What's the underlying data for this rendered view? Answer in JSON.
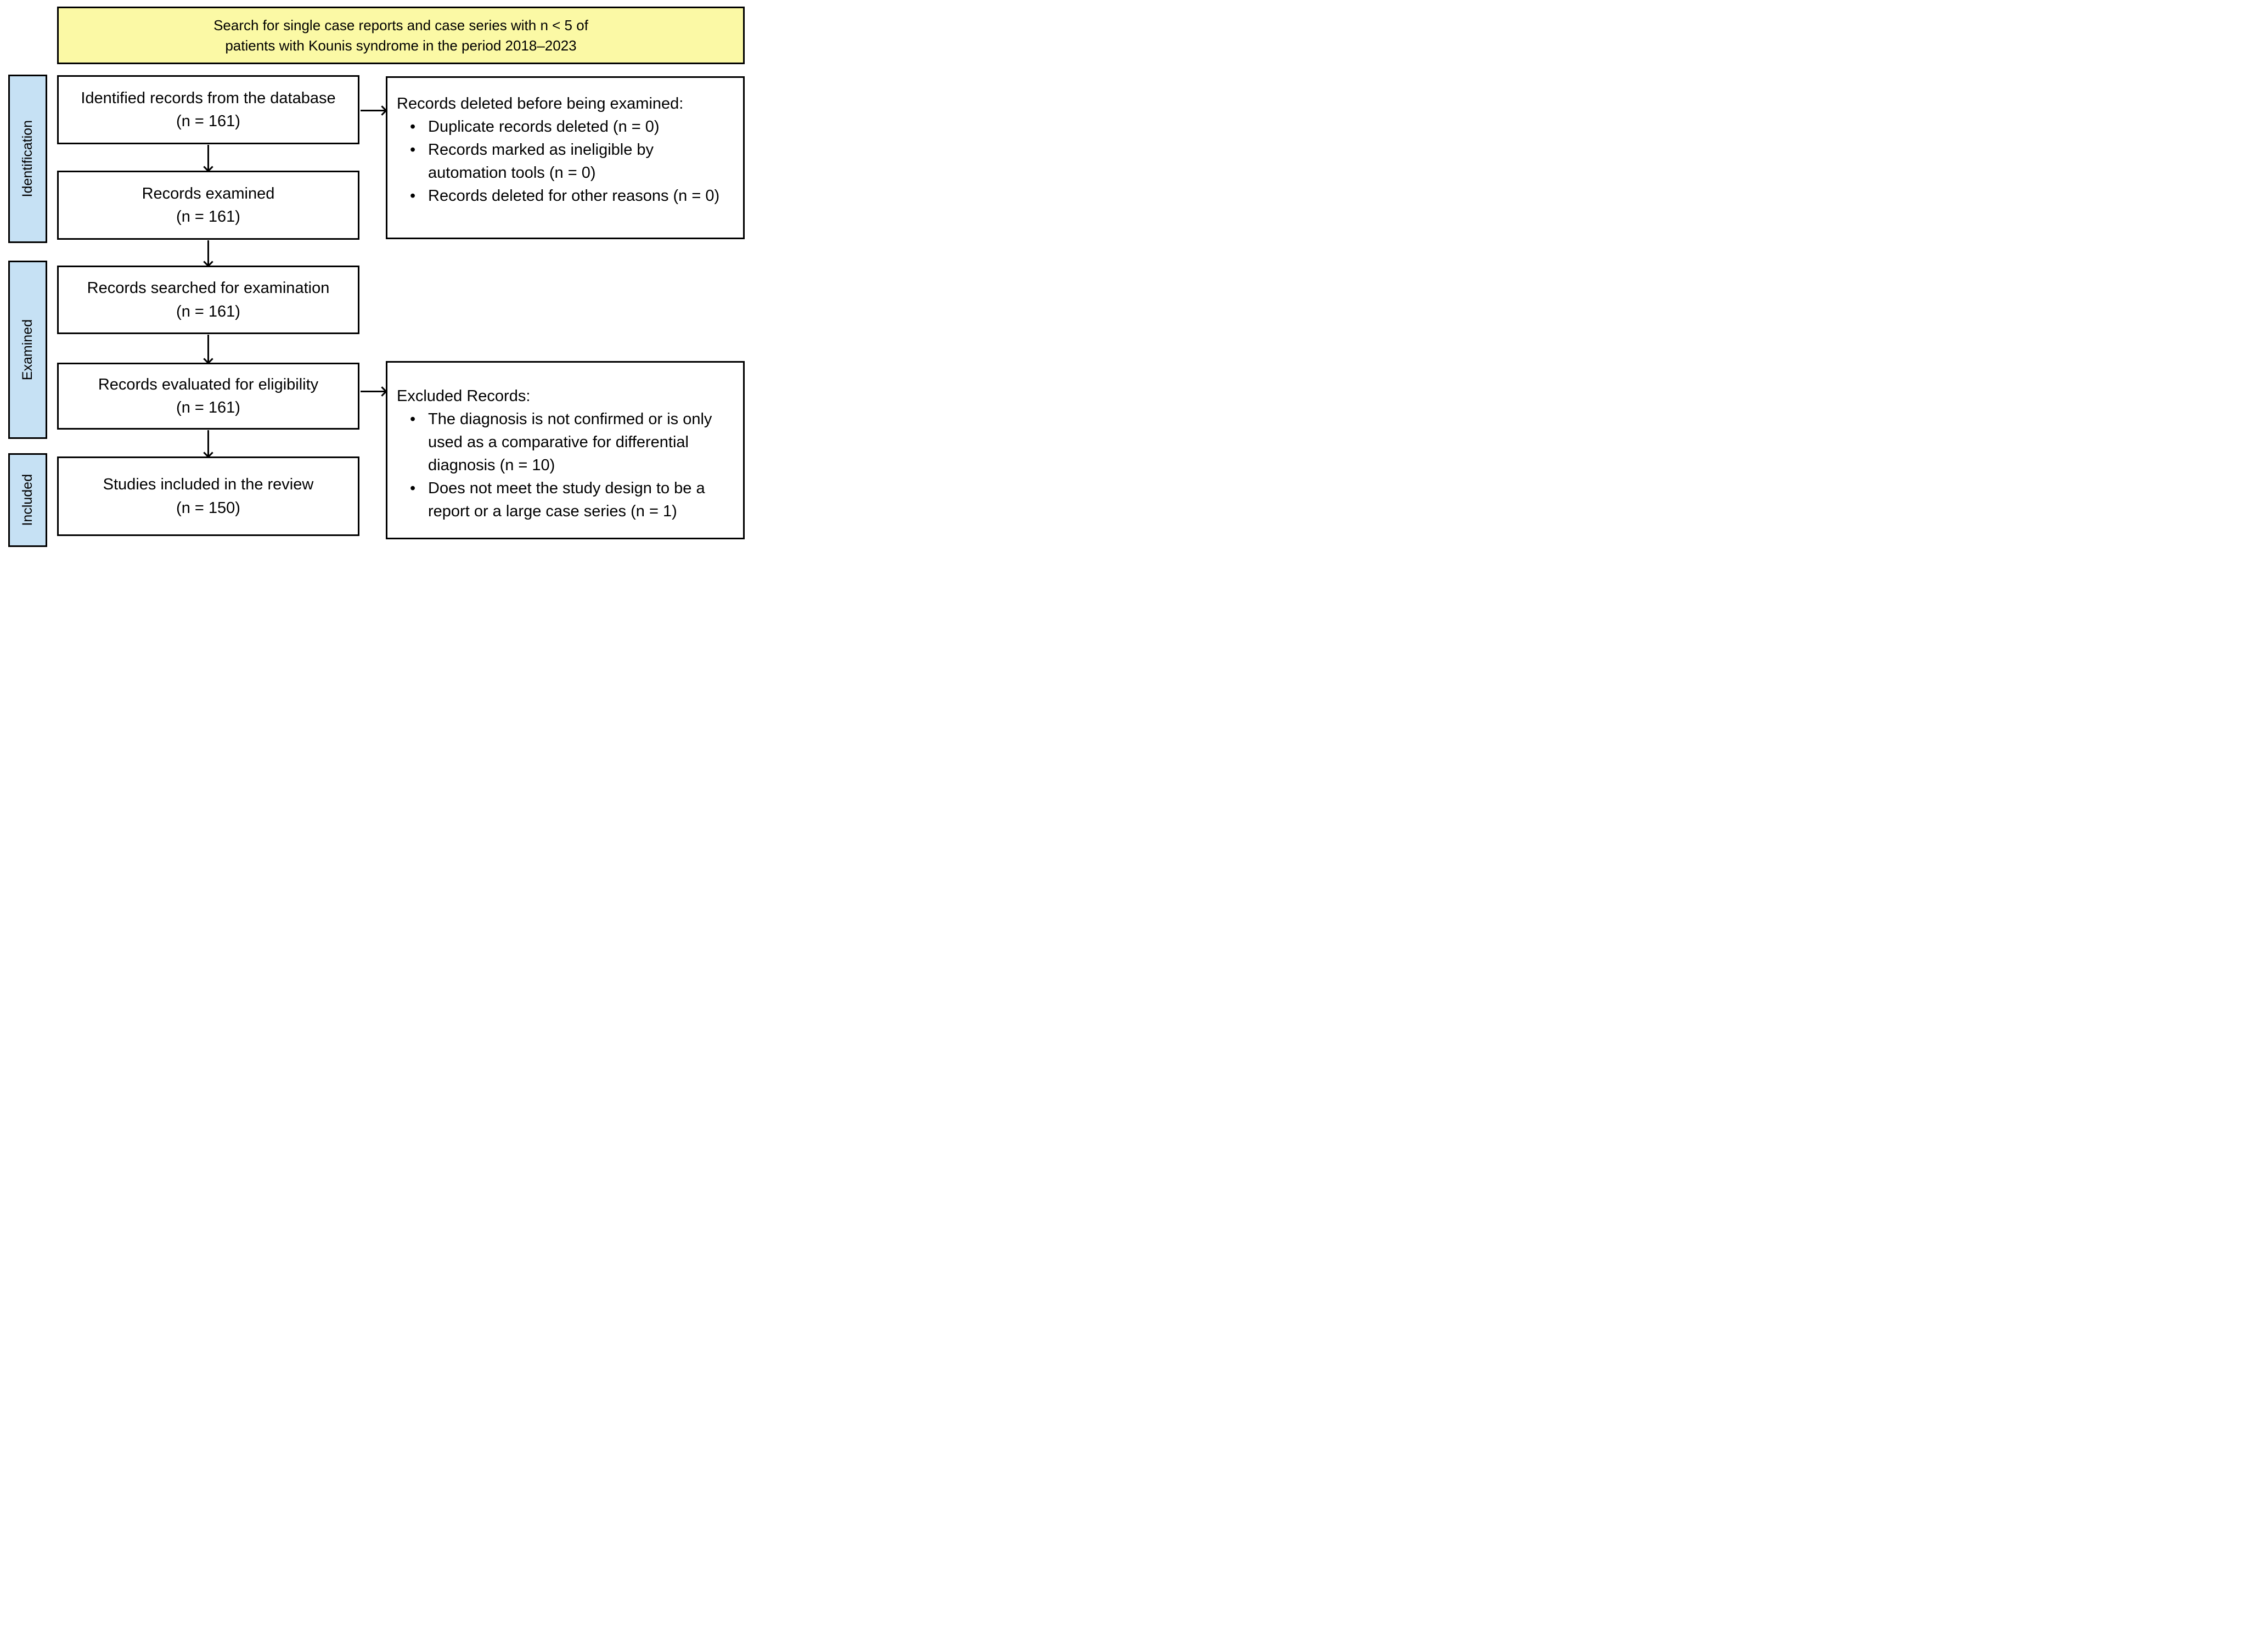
{
  "colors": {
    "header_fill": "#FBF9A5",
    "stage_fill": "#C6E1F4",
    "border": "#000000"
  },
  "glyphs": {
    "bullet": "•"
  },
  "header": {
    "line1": "Search for single case reports and case series with n < 5 of",
    "line2": "patients with Kounis syndrome in the period 2018–2023"
  },
  "stages": [
    {
      "label": "Identification"
    },
    {
      "label": "Examined"
    },
    {
      "label": "Included"
    }
  ],
  "flow_boxes": [
    {
      "label": "Identified records from the database",
      "count": "(n = 161)"
    },
    {
      "label": "Records examined",
      "count": "(n = 161)"
    },
    {
      "label": "Records searched for examination",
      "count": "(n = 161)"
    },
    {
      "label": "Records evaluated for eligibility",
      "count": "(n = 161)"
    },
    {
      "label": "Studies included in the review",
      "count": "(n = 150)"
    }
  ],
  "side_boxes": [
    {
      "title": "Records deleted before being examined:",
      "bullets": [
        "Duplicate records deleted (n = 0)",
        "Records marked as ineligible by automation tools (n = 0)",
        "Records deleted for other reasons (n = 0)"
      ]
    },
    {
      "title": "Excluded Records:",
      "bullets": [
        "The diagnosis is not confirmed or is only used as a comparative for differential diagnosis (n = 10)",
        "Does not meet the study design to be a report or a large case series (n = 1)"
      ]
    }
  ]
}
